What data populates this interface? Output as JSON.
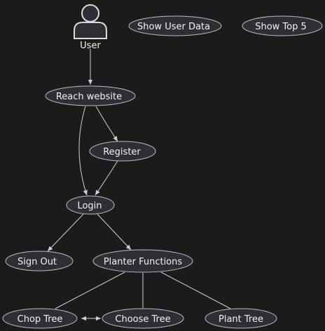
{
  "actor": {
    "label": "User"
  },
  "nodes": {
    "show_user_data": "Show User Data",
    "show_top5": "Show Top 5",
    "reach_website": "Reach website",
    "register": "Register",
    "login": "Login",
    "sign_out": "Sign Out",
    "planter_functions": "Planter Functions",
    "chop_tree": "Chop Tree",
    "choose_tree": "Choose Tree",
    "plant_tree": "Plant Tree"
  },
  "colors": {
    "background": "#1b1b1b",
    "node_fill": "#2e2f36",
    "node_stroke": "#bdbdbd",
    "text": "#f2f2f2",
    "edge": "#d0d0d0"
  }
}
